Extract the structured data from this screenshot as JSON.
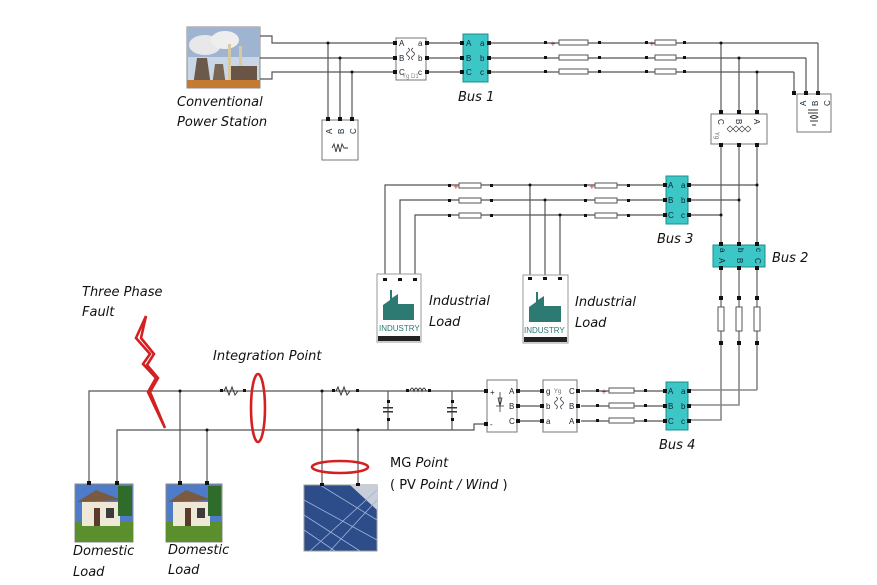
{
  "diagram": {
    "title": "Microgrid integration with conventional power station",
    "labels": {
      "power_station_line1": "Conventional",
      "power_station_line2": "Power Station",
      "bus1": "Bus 1",
      "bus2": "Bus 2",
      "bus3": "Bus 3",
      "bus4": "Bus 4",
      "industrial_load_line1": "Industrial",
      "industrial_load_line2": "Load",
      "fault_line1": "Three Phase",
      "fault_line2": "Fault",
      "integration_point": "Integration Point",
      "mg_point_line1_a": "MG ",
      "mg_point_line1_b": "Point",
      "mg_point_line2_a": "( PV ",
      "mg_point_line2_b": "Point / Wind",
      "mg_point_line2_c": " )",
      "domestic_load_line1": "Domestic",
      "domestic_load_line2": "Load",
      "industry_sign": "INDUSTRY"
    },
    "ports": {
      "upper": [
        "A",
        "B",
        "C"
      ],
      "lower": [
        "a",
        "b",
        "c"
      ],
      "transformer1_tag": "Yg D1",
      "transformer2_tag": "Yg",
      "transformer3_tag_left": "g",
      "transformer3_tag_right": "Yg",
      "rectifier_plus": "+",
      "rectifier_minus": "-"
    },
    "colors": {
      "bus_fill": "#3cc6c6",
      "annotation_red": "#d42020",
      "wire": "#555555"
    }
  }
}
